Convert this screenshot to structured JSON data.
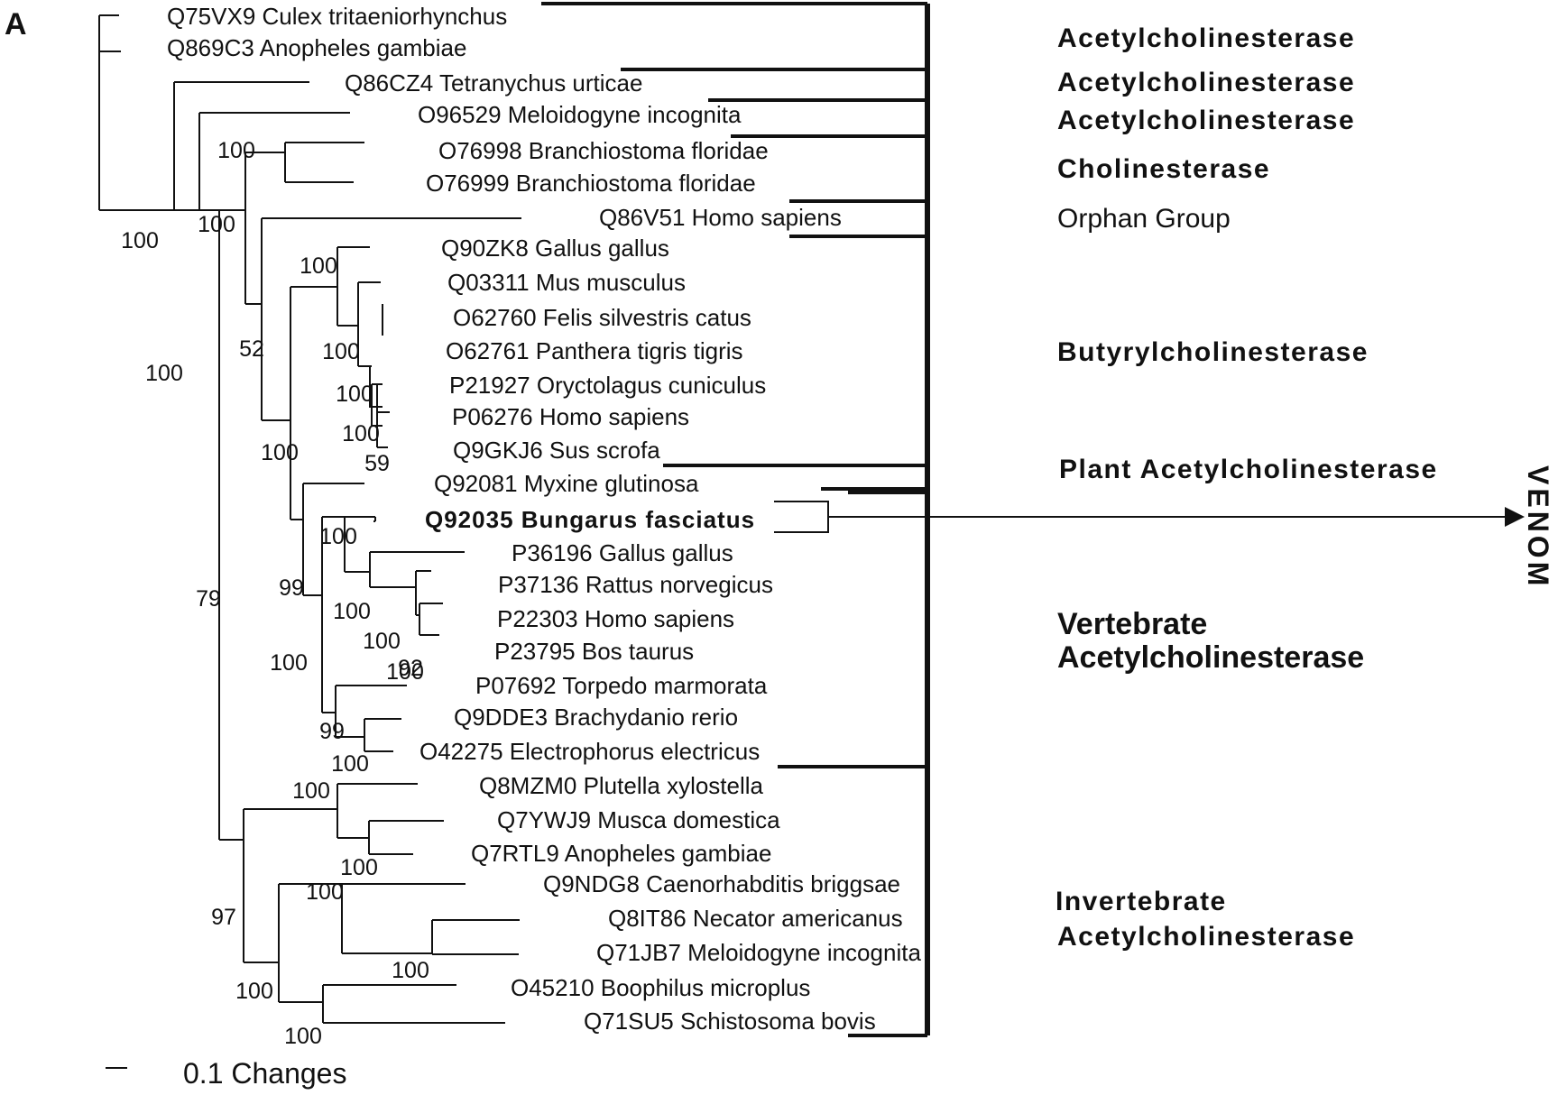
{
  "panel_label": "A",
  "leaves": [
    {
      "label": "Q75VX9 Culex tritaeniorhynchus",
      "bold": false
    },
    {
      "label": "Q869C3 Anopheles gambiae",
      "bold": false
    },
    {
      "label": "Q86CZ4 Tetranychus urticae",
      "bold": false
    },
    {
      "label": "O96529 Meloidogyne incognita",
      "bold": false
    },
    {
      "label": "O76998 Branchiostoma floridae",
      "bold": false
    },
    {
      "label": "O76999 Branchiostoma floridae",
      "bold": false
    },
    {
      "label": "Q86V51 Homo sapiens",
      "bold": false
    },
    {
      "label": "Q90ZK8 Gallus gallus",
      "bold": false
    },
    {
      "label": "Q03311 Mus musculus",
      "bold": false
    },
    {
      "label": "O62760 Felis silvestris catus",
      "bold": false
    },
    {
      "label": "O62761 Panthera tigris tigris",
      "bold": false
    },
    {
      "label": "P21927 Oryctolagus cuniculus",
      "bold": false
    },
    {
      "label": "P06276 Homo sapiens",
      "bold": false
    },
    {
      "label": "Q9GKJ6 Sus scrofa",
      "bold": false
    },
    {
      "label": "Q92081 Myxine glutinosa",
      "bold": false
    },
    {
      "label": "Q92035  Bungarus  fasciatus",
      "bold": true
    },
    {
      "label": "P36196 Gallus gallus",
      "bold": false
    },
    {
      "label": "P37136 Rattus norvegicus",
      "bold": false
    },
    {
      "label": "P22303 Homo sapiens",
      "bold": false
    },
    {
      "label": "P23795 Bos taurus",
      "bold": false
    },
    {
      "label": "P07692 Torpedo marmorata",
      "bold": false
    },
    {
      "label": "Q9DDE3 Brachydanio rerio",
      "bold": false
    },
    {
      "label": "O42275 Electrophorus electricus",
      "bold": false
    },
    {
      "label": "Q8MZM0 Plutella xylostella",
      "bold": false
    },
    {
      "label": "Q7YWJ9 Musca domestica",
      "bold": false
    },
    {
      "label": "Q7RTL9  Anopheles gambiae",
      "bold": false
    },
    {
      "label": "Q9NDG8 Caenorhabditis briggsae",
      "bold": false
    },
    {
      "label": "Q8IT86 Necator americanus",
      "bold": false
    },
    {
      "label": "Q71JB7 Meloidogyne incognita",
      "bold": false
    },
    {
      "label": "O45210 Boophilus microplus",
      "bold": false
    },
    {
      "label": "Q71SU5 Schistosoma bovis",
      "bold": false
    }
  ],
  "bootstrap_values": [
    "100",
    "100",
    "100",
    "100",
    "52",
    "100",
    "100",
    "100",
    "100",
    "100",
    "59",
    "100",
    "100",
    "100",
    "100",
    "92",
    "99",
    "100",
    "99",
    "100",
    "79",
    "100",
    "100",
    "97",
    "100",
    "100",
    "100",
    "100"
  ],
  "groups": [
    {
      "label": "Acetylcholinesterase",
      "bold": true
    },
    {
      "label": "Acetylcholinesterase",
      "bold": true
    },
    {
      "label": "Acetylcholinesterase",
      "bold": true
    },
    {
      "label": "Cholinesterase",
      "bold": true
    },
    {
      "label": "Orphan Group",
      "bold": false
    },
    {
      "label": "Butyrylcholinesterase",
      "bold": true
    },
    {
      "label": "Plant   Acetylcholinesterase",
      "bold": true
    },
    {
      "label": "Vertebrate",
      "bold": true
    },
    {
      "label": "Acetylcholinesterase",
      "bold": true
    },
    {
      "label": "Invertebrate",
      "bold": true
    },
    {
      "label": "Acetylcholinesterase",
      "bold": true
    }
  ],
  "venom_label": "VENOM",
  "scale_bar_label": "0.1 Changes"
}
